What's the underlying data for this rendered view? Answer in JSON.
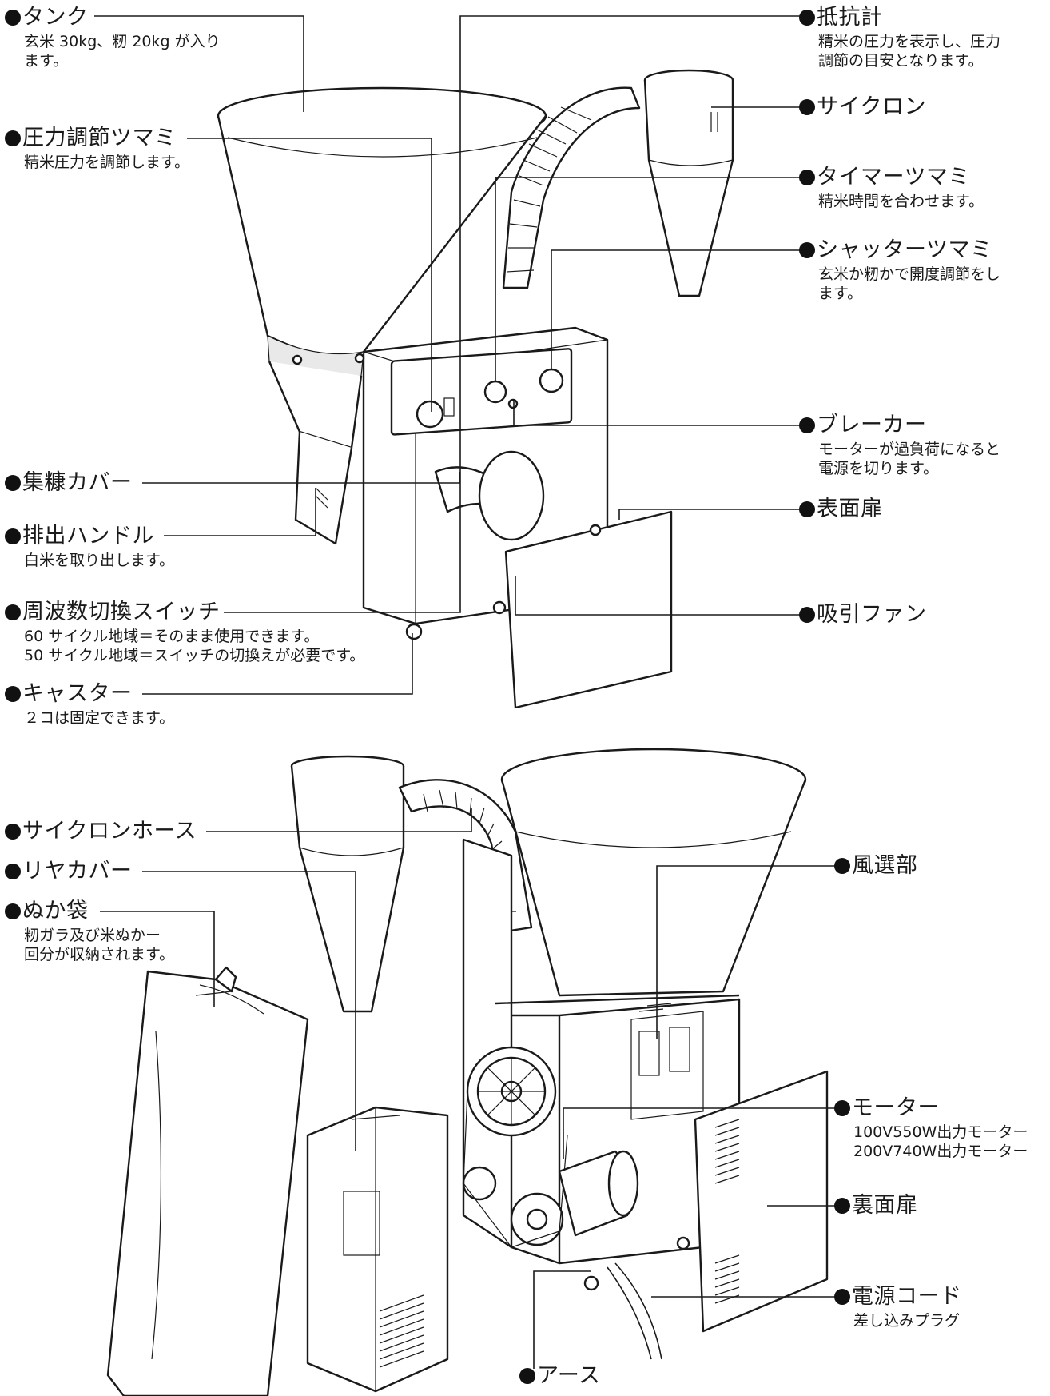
{
  "top_labels": [
    {
      "id": "tank",
      "title": "タンク",
      "desc": [
        "玄米 30kg、籾 20kg が入り",
        "ます。"
      ]
    },
    {
      "id": "pressure-knob",
      "title": "圧力調節ツマミ",
      "desc": [
        "精米圧力を調節します。"
      ]
    },
    {
      "id": "bran-cover",
      "title": "集糠カバー",
      "desc": []
    },
    {
      "id": "discharge-handle",
      "title": "排出ハンドル",
      "desc": [
        "白米を取り出します。"
      ]
    },
    {
      "id": "frequency-switch",
      "title": "周波数切換スイッチ",
      "desc": [
        "60 サイクル地域＝そのまま使用できます。",
        "50 サイクル地域＝スイッチの切換えが必要です。"
      ]
    },
    {
      "id": "caster",
      "title": "キャスター",
      "desc": [
        "２コは固定できます。"
      ]
    },
    {
      "id": "resistance-meter",
      "title": "抵抗計",
      "desc": [
        "精米の圧力を表示し、圧力",
        "調節の目安となります。"
      ]
    },
    {
      "id": "cyclone",
      "title": "サイクロン",
      "desc": []
    },
    {
      "id": "timer-knob",
      "title": "タイマーツマミ",
      "desc": [
        "精米時間を合わせます。"
      ]
    },
    {
      "id": "shutter-knob",
      "title": "シャッターツマミ",
      "desc": [
        "玄米か籾かで開度調節をし",
        "ます。"
      ]
    },
    {
      "id": "breaker",
      "title": "ブレーカー",
      "desc": [
        "モーターが過負荷になると",
        "電源を切ります。"
      ]
    },
    {
      "id": "front-door",
      "title": "表面扉",
      "desc": []
    },
    {
      "id": "suction-fan",
      "title": "吸引ファン",
      "desc": []
    }
  ],
  "bottom_labels": [
    {
      "id": "cyclone-hose",
      "title": "サイクロンホース",
      "desc": []
    },
    {
      "id": "rear-cover",
      "title": "リヤカバー",
      "desc": []
    },
    {
      "id": "bran-bag",
      "title": "ぬか袋",
      "desc": [
        "籾ガラ及び米ぬかー",
        "回分が収納されます。"
      ]
    },
    {
      "id": "wind-sorter",
      "title": "風選部",
      "desc": []
    },
    {
      "id": "motor",
      "title": "モーター",
      "desc": [
        "100V550W出力モーター",
        "200V740W出力モーター"
      ]
    },
    {
      "id": "back-door",
      "title": "裏面扉",
      "desc": []
    },
    {
      "id": "power-cord",
      "title": "電源コード",
      "desc": [
        "差し込みプラグ"
      ]
    },
    {
      "id": "ground",
      "title": "アース",
      "desc": []
    }
  ]
}
